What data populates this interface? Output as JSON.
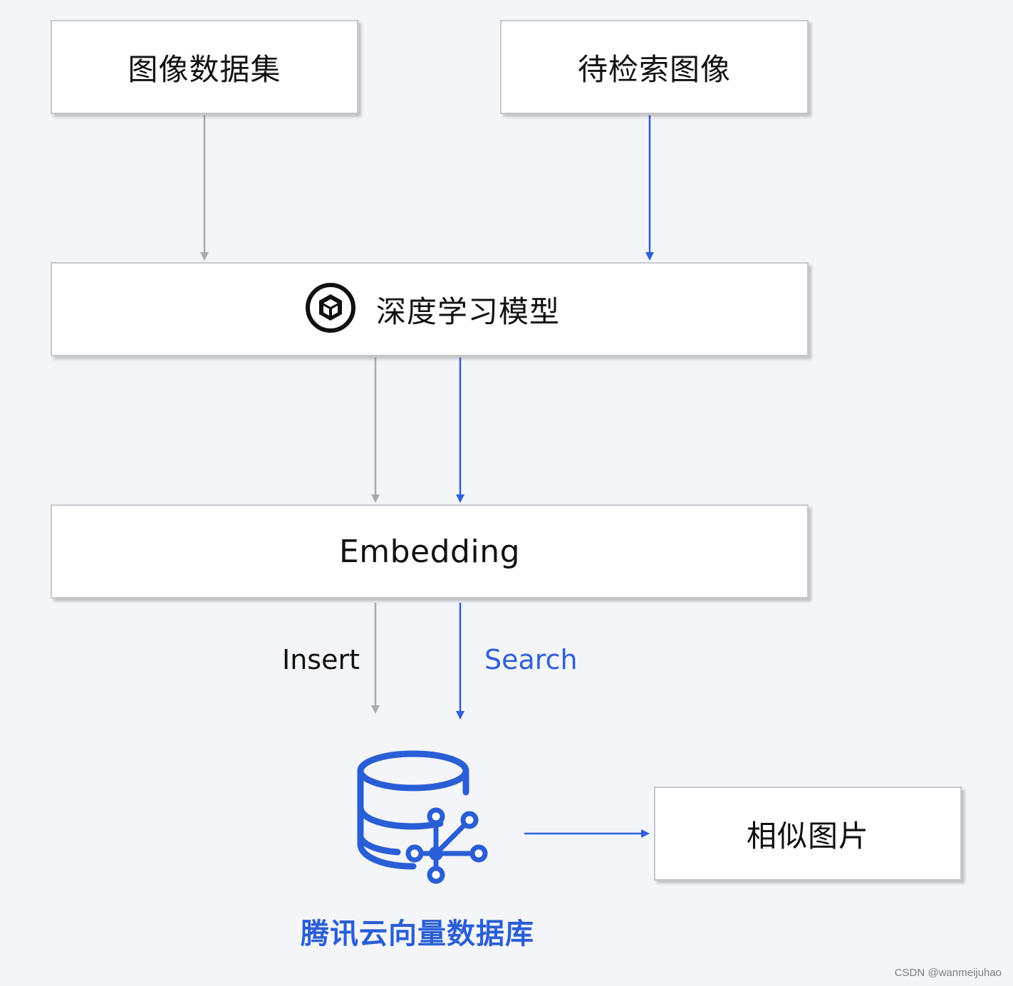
{
  "nodes": {
    "dataset": "图像数据集",
    "query": "待检索图像",
    "model": "深度学习模型",
    "embedding": "Embedding",
    "similar": "相似图片",
    "vector_db": "腾讯云向量数据库"
  },
  "edges": {
    "insert_label": "Insert",
    "search_label": "Search"
  },
  "icons": {
    "model_icon": "cube-in-circle-icon",
    "db_icon": "vector-database-icon"
  },
  "colors": {
    "insert_path": "#a9abae",
    "search_path": "#2f5fd8",
    "db_accent": "#2a5ed6"
  },
  "watermark": "CSDN @wanmeijuhao"
}
